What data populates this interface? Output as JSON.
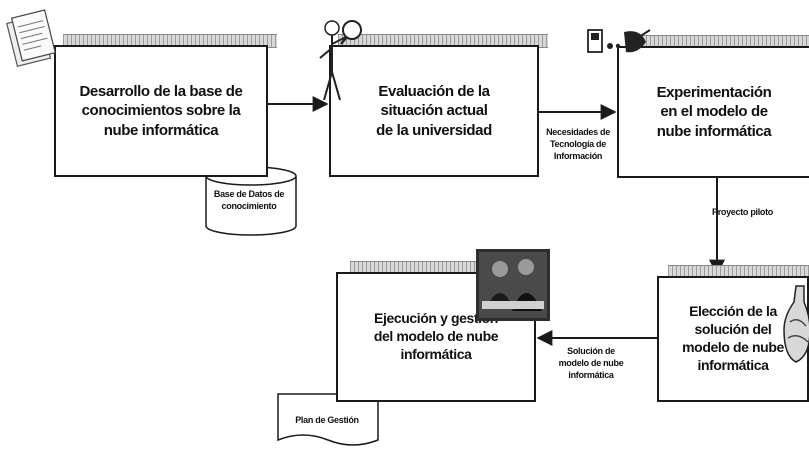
{
  "boxes": {
    "b1": [
      "Desarrollo de la base de",
      "conocimientos sobre la",
      "nube informática"
    ],
    "b2": [
      "Evaluación de la",
      "situación actual",
      "de la universidad"
    ],
    "b3": [
      "Experimentación",
      "en el modelo de",
      "nube informática"
    ],
    "b4": [
      "Ejecución y gestión",
      "del modelo de nube",
      "informática"
    ],
    "b5": [
      "Elección de la",
      "solución del",
      "modelo de nube",
      "informática"
    ]
  },
  "database": [
    "Base de Datos de",
    "conocimiento"
  ],
  "document": "Plan de Gestión",
  "arrows": {
    "a1": [
      "Necesidades de",
      "Tecnología de",
      "Información"
    ],
    "a2": "Proyecto piloto",
    "a3": [
      "Solución de",
      "modelo de nube",
      "informática"
    ]
  },
  "icons": [
    "document-icon",
    "magnifier-person-icon",
    "satellite-dish-icon",
    "team-photo-icon",
    "globe-flask-icon"
  ],
  "colors": {
    "stroke": "#1a1a1a",
    "bar": "#bdbdbd",
    "fill": "#ffffff"
  }
}
